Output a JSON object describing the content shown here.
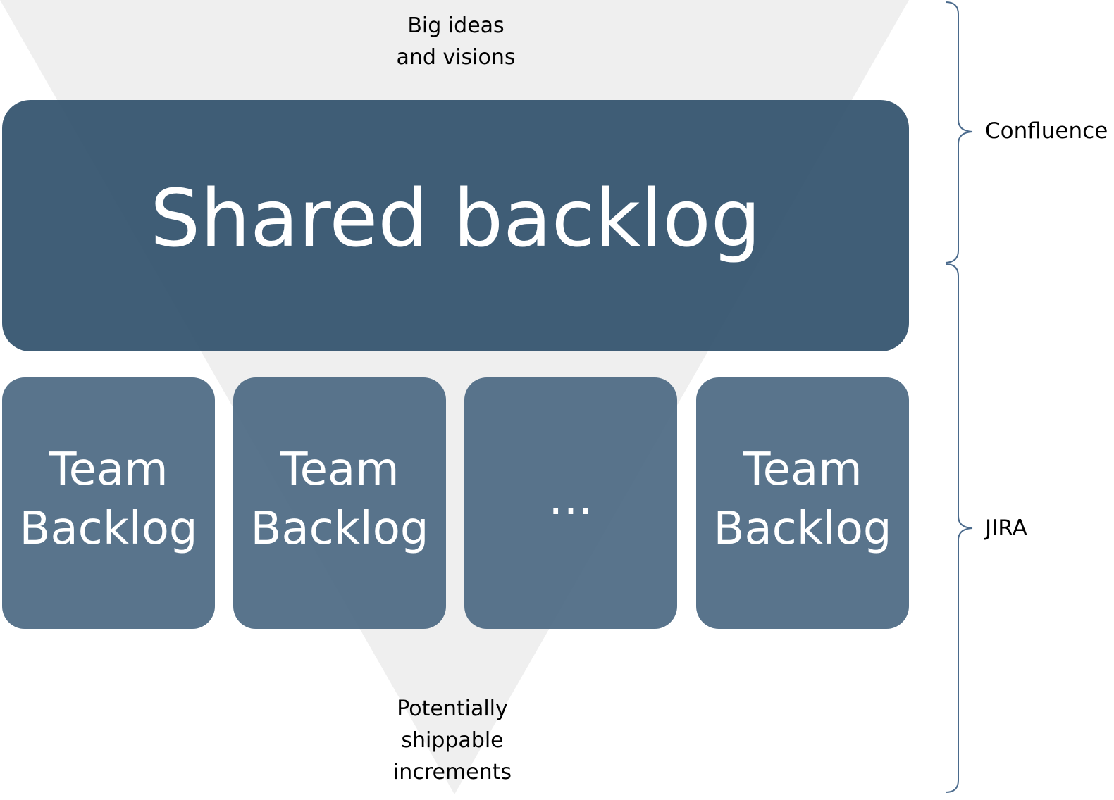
{
  "funnel": {
    "top_label": [
      "Big ideas",
      "and visions"
    ],
    "bottom_label": [
      "Potentially",
      "shippable",
      "increments"
    ],
    "color": "#efefef"
  },
  "shared_backlog": {
    "label": "Shared backlog",
    "color": "#34546f"
  },
  "team_backlogs": [
    {
      "lines": [
        "Team",
        "Backlog"
      ]
    },
    {
      "lines": [
        "Team",
        "Backlog"
      ]
    },
    {
      "lines": [
        "…",
        ""
      ]
    },
    {
      "lines": [
        "Team",
        "Backlog"
      ]
    }
  ],
  "team_color": "#47657f",
  "tools": {
    "confluence": "Confluence",
    "jira": "JIRA",
    "brace_color": "#4a6a8c"
  }
}
